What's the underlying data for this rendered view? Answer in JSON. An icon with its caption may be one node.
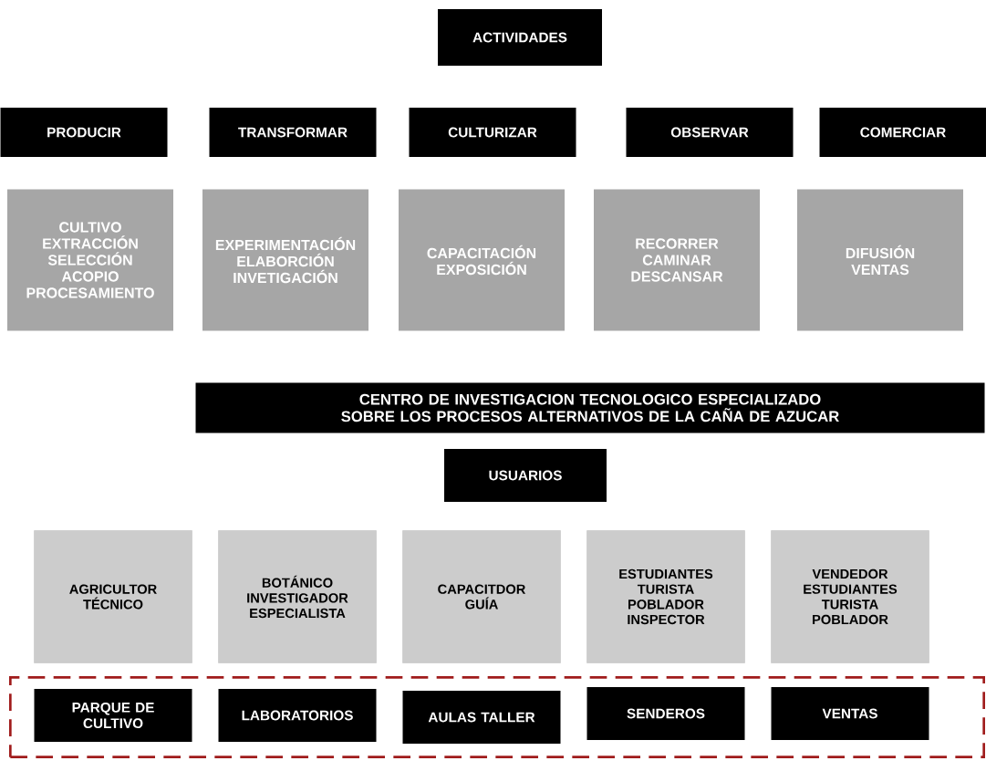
{
  "diagram": {
    "nodes": [
      {
        "text": [
          "ACTIVIDADES"
        ]
      },
      {
        "text": [
          "PRODUCIR"
        ]
      },
      {
        "text": [
          "TRANSFORMAR"
        ]
      },
      {
        "text": [
          "CULTURIZAR"
        ]
      },
      {
        "text": [
          "OBSERVAR"
        ]
      },
      {
        "text": [
          "COMERCIAR"
        ]
      },
      {
        "text": [
          "CULTIVO EXTRACCIÓN SELECCIÓN ACOPIO PROCESAMIENTO"
        ]
      },
      {
        "text": [
          "EXPERIMENTACIÓN ELABORCIÓN INVETIGACIÓN"
        ]
      },
      {
        "text": [
          "CAPACITACIÓN EXPOSICIÓN"
        ]
      },
      {
        "text": [
          "RECORRER CAMINAR DESCANSAR"
        ]
      },
      {
        "text": [
          "DIFUSIÓN VENTAS"
        ]
      },
      {
        "text": [
          "CENTRO DE  INVESTIGACION TECNOLOGICO  ESPECIALIZADO SOBRE LOS PROCESOS ALTERNATIVOS DE LA CAÑA DE AZUCAR"
        ]
      },
      {
        "text": [
          "USUARIOS"
        ]
      },
      {
        "text": [
          "AGRICULTOR TÉCNICO"
        ]
      },
      {
        "text": [
          "BOTÁNICO INVESTIGADOR ESPECIALISTA"
        ]
      },
      {
        "text": [
          "CAPACITDOR GUÍA"
        ]
      },
      {
        "text": [
          "ESTUDIANTES TURISTA POBLADOR INSPECTOR"
        ]
      },
      {
        "text": [
          "VENDEDOR ESTUDIANTES TURISTA POBLADOR"
        ]
      },
      {
        "text": [],
        "shape": "box"
      },
      {
        "text": [
          "PARQUE DE CULTIVO"
        ],
        "in": 18
      },
      {
        "text": [
          "LABORATORIOS"
        ],
        "in": 18
      },
      {
        "text": [
          "AULAS TALLER"
        ],
        "in": 18
      },
      {
        "text": [
          "SENDEROS"
        ],
        "in": 18
      },
      {
        "text": [
          "VENTAS"
        ],
        "in": 18
      }
    ]
  }
}
